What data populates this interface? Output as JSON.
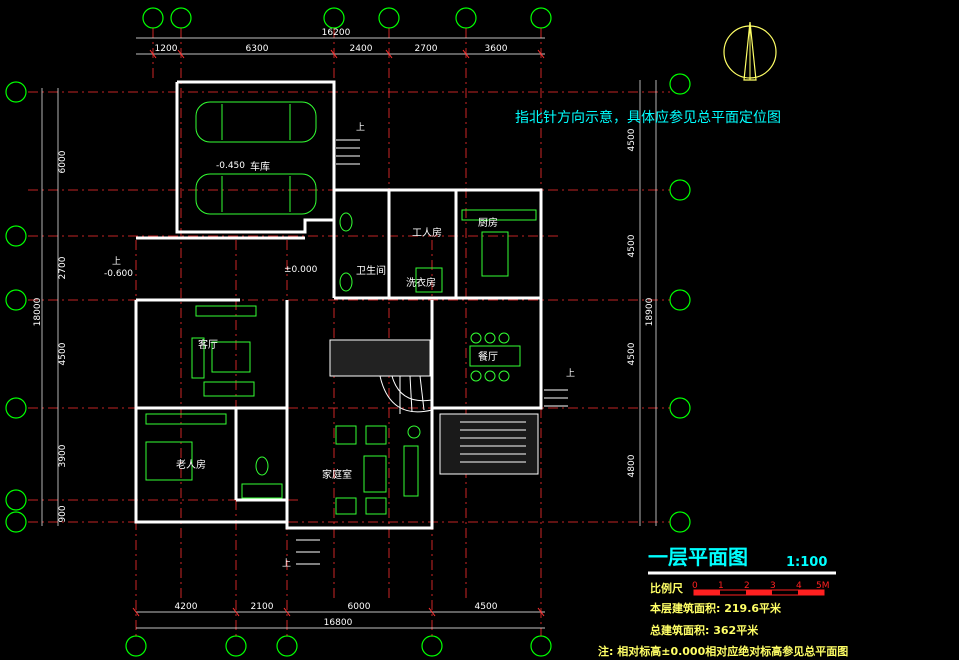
{
  "plan": {
    "note_north": "指北针方向示意，具体应参见总平面定位图",
    "title": "一层平面图",
    "scale_label": "1:100",
    "scale_bar_label": "比例尺",
    "scale_ticks": [
      "0",
      "1",
      "2",
      "3",
      "4",
      "5M"
    ],
    "area_floor": "本层建筑面积: 219.6平米",
    "area_total": "总建筑面积: 362平米",
    "elevation_note": "注: 相对标高±0.000相对应绝对标高参见总平面图"
  },
  "rooms": {
    "garage": "车库",
    "garage_level": "-0.450",
    "servant": "工人房",
    "kitchen": "厨房",
    "bathroom": "卫生间",
    "laundry": "洗衣房",
    "living": "客厅",
    "dining": "餐厅",
    "elder_bedroom": "老人房",
    "family": "家庭室",
    "level_main": "±0.000",
    "level_entry": "-0.600",
    "up": "上"
  },
  "dimensions": {
    "top_total": "16200",
    "top": [
      "1200",
      "6300",
      "2400",
      "2700",
      "3600"
    ],
    "bottom_total": "16800",
    "bottom": [
      "4200",
      "2100",
      "6000",
      "4500"
    ],
    "left_total": "18000",
    "left": [
      "6000",
      "2700",
      "4500",
      "3900",
      "900"
    ],
    "right_total": "18900",
    "right": [
      "4500",
      "4500",
      "4500",
      "4800"
    ]
  }
}
